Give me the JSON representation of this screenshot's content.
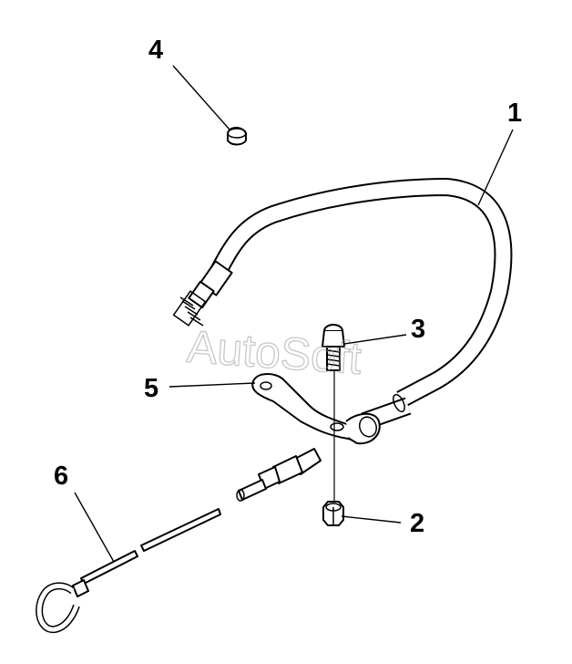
{
  "watermark": "AutoSoft",
  "callouts": [
    {
      "id": "1",
      "text": "1"
    },
    {
      "id": "2",
      "text": "2"
    },
    {
      "id": "3",
      "text": "3"
    },
    {
      "id": "4",
      "text": "4"
    },
    {
      "id": "5",
      "text": "5"
    },
    {
      "id": "6",
      "text": "6"
    }
  ]
}
